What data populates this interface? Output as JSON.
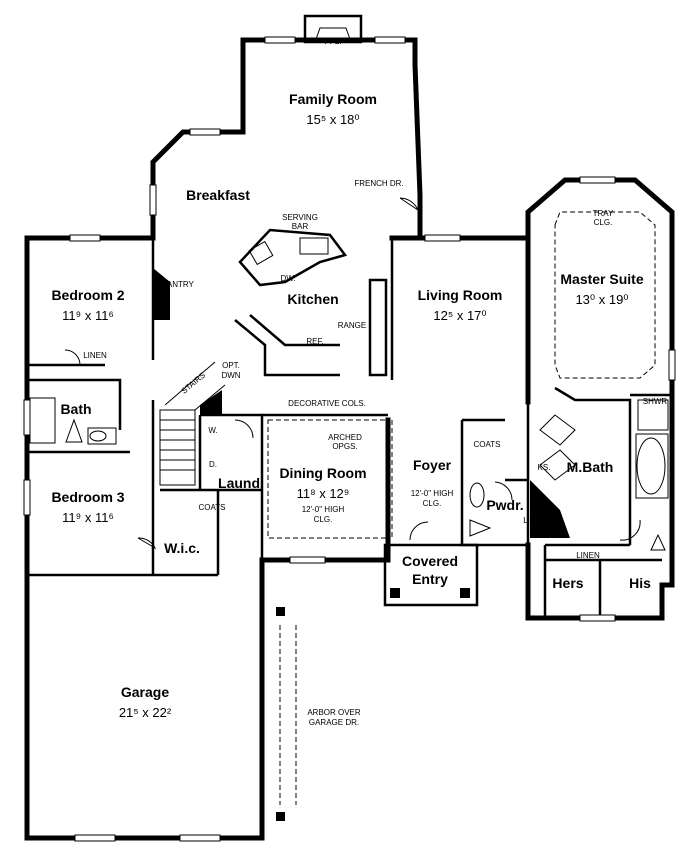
{
  "rooms": {
    "family": {
      "name": "Family Room",
      "dim": "15⁵ x 18⁰"
    },
    "breakfast": {
      "name": "Breakfast"
    },
    "kitchen": {
      "name": "Kitchen"
    },
    "living": {
      "name": "Living Room",
      "dim": "12⁵ x 17⁰"
    },
    "master": {
      "name": "Master Suite",
      "dim": "13⁰ x 19⁰"
    },
    "bed2": {
      "name": "Bedroom 2",
      "dim": "11⁹ x 11⁶"
    },
    "bed3": {
      "name": "Bedroom 3",
      "dim": "11⁹ x 11⁶"
    },
    "bath": {
      "name": "Bath"
    },
    "dining": {
      "name": "Dining Room",
      "dim": "11⁸ x 12⁹",
      "note1": "12'-0\" HIGH",
      "note2": "CLG."
    },
    "foyer": {
      "name": "Foyer",
      "note1": "12'-0\" HIGH",
      "note2": "CLG."
    },
    "laund": {
      "name": "Laund."
    },
    "wic": {
      "name": "W.i.c."
    },
    "pwdr": {
      "name": "Pwdr."
    },
    "mbath": {
      "name": "M.Bath"
    },
    "entry": {
      "name1": "Covered",
      "name2": "Entry"
    },
    "hers": {
      "name": "Hers"
    },
    "his": {
      "name": "His"
    },
    "garage": {
      "name": "Garage",
      "dim": "21⁵ x 22²"
    }
  },
  "notes": {
    "fpl": "FPL.",
    "french": "FRENCH DR.",
    "serving1": "SERVING",
    "serving2": "BAR",
    "dw": "DW.",
    "pantry": "PANTRY",
    "range": "RANGE",
    "ref": "REF.",
    "tray1": "TRAY",
    "tray2": "CLG.",
    "linen1": "LINEN",
    "linen2": "LINEN",
    "linen3": "LINEN",
    "stairs": "STAIRS",
    "opt1": "OPT.",
    "opt2": "DWN",
    "deco": "DECORATIVE COLS.",
    "arched1": "ARCHED",
    "arched2": "OPGS.",
    "w": "W.",
    "d": "D.",
    "coats1": "COATS",
    "coats2": "COATS",
    "ks": "KS.",
    "shwr": "SHWR",
    "arbor1": "ARBOR OVER",
    "arbor2": "GARAGE DR."
  }
}
